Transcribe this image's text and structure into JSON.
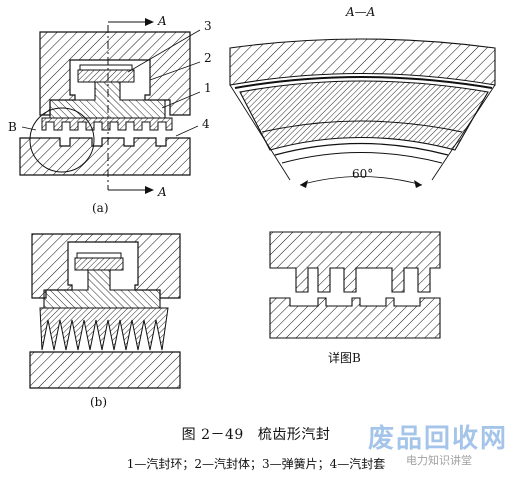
{
  "figure": {
    "section_title": "A—A",
    "sub_a": "(a)",
    "sub_b": "(b)",
    "detail_label": "详图B",
    "label_A": "A",
    "label_B": "B",
    "part_1": "1",
    "part_2": "2",
    "part_3": "3",
    "part_4": "4",
    "angle": "60°"
  },
  "caption": {
    "number": "图 2－49",
    "title": "梳齿形汽封"
  },
  "legend": "1—汽封环；2—汽封体；3—弹簧片；4—汽封套",
  "watermark": {
    "brand": "废品回收网",
    "subtext": "电力知识讲堂"
  }
}
